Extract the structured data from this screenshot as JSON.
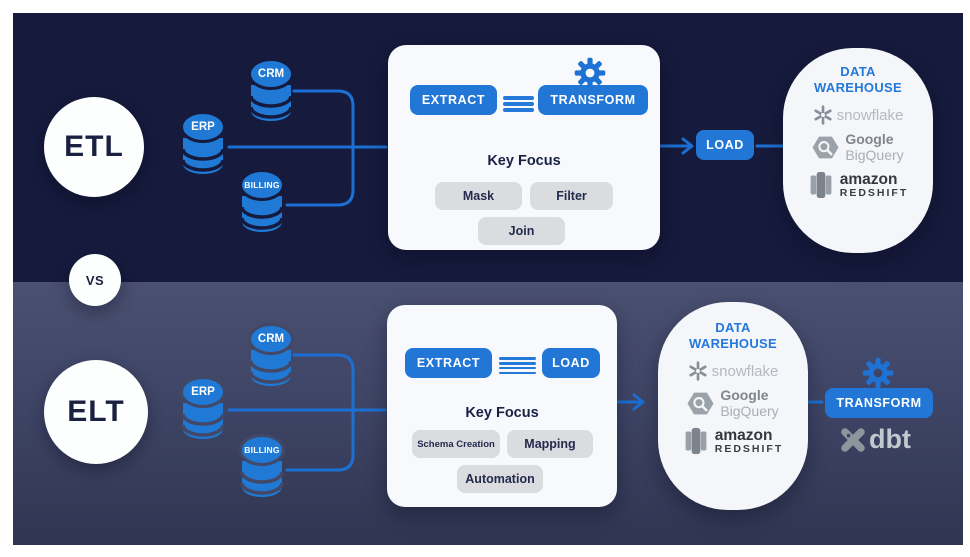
{
  "vs_label": "VS",
  "etl": {
    "title": "ETL",
    "sources": {
      "erp": "ERP",
      "crm": "CRM",
      "billing": "BILLING"
    },
    "card": {
      "extract": "EXTRACT",
      "transform": "TRANSFORM",
      "key_focus": "Key Focus",
      "pills": [
        "Mask",
        "Filter",
        "Join"
      ]
    },
    "load": "LOAD",
    "warehouse": {
      "title1": "DATA",
      "title2": "WAREHOUSE",
      "snowflake": "snowflake",
      "google": "Google",
      "bigquery": "BigQuery",
      "amazon": "amazon",
      "redshift": "REDSHIFT"
    }
  },
  "elt": {
    "title": "ELT",
    "sources": {
      "erp": "ERP",
      "crm": "CRM",
      "billing": "BILLING"
    },
    "card": {
      "extract": "EXTRACT",
      "load": "LOAD",
      "key_focus": "Key Focus",
      "pills": [
        "Schema Creation",
        "Mapping",
        "Automation"
      ]
    },
    "warehouse": {
      "title1": "DATA",
      "title2": "WAREHOUSE",
      "snowflake": "snowflake",
      "google": "Google",
      "bigquery": "BigQuery",
      "amazon": "amazon",
      "redshift": "REDSHIFT"
    },
    "transform": "TRANSFORM",
    "dbt": "dbt"
  },
  "colors": {
    "top_background": "#161A3C",
    "bottom_background": "#3E4465",
    "accent_blue": "#2277D6",
    "connector_blue": "#1C70D3",
    "card_background": "#F7F9FC",
    "pill_background": "#DBDCDF",
    "navy_text": "#1A2040",
    "warehouse_title_blue": "#2478DB"
  }
}
